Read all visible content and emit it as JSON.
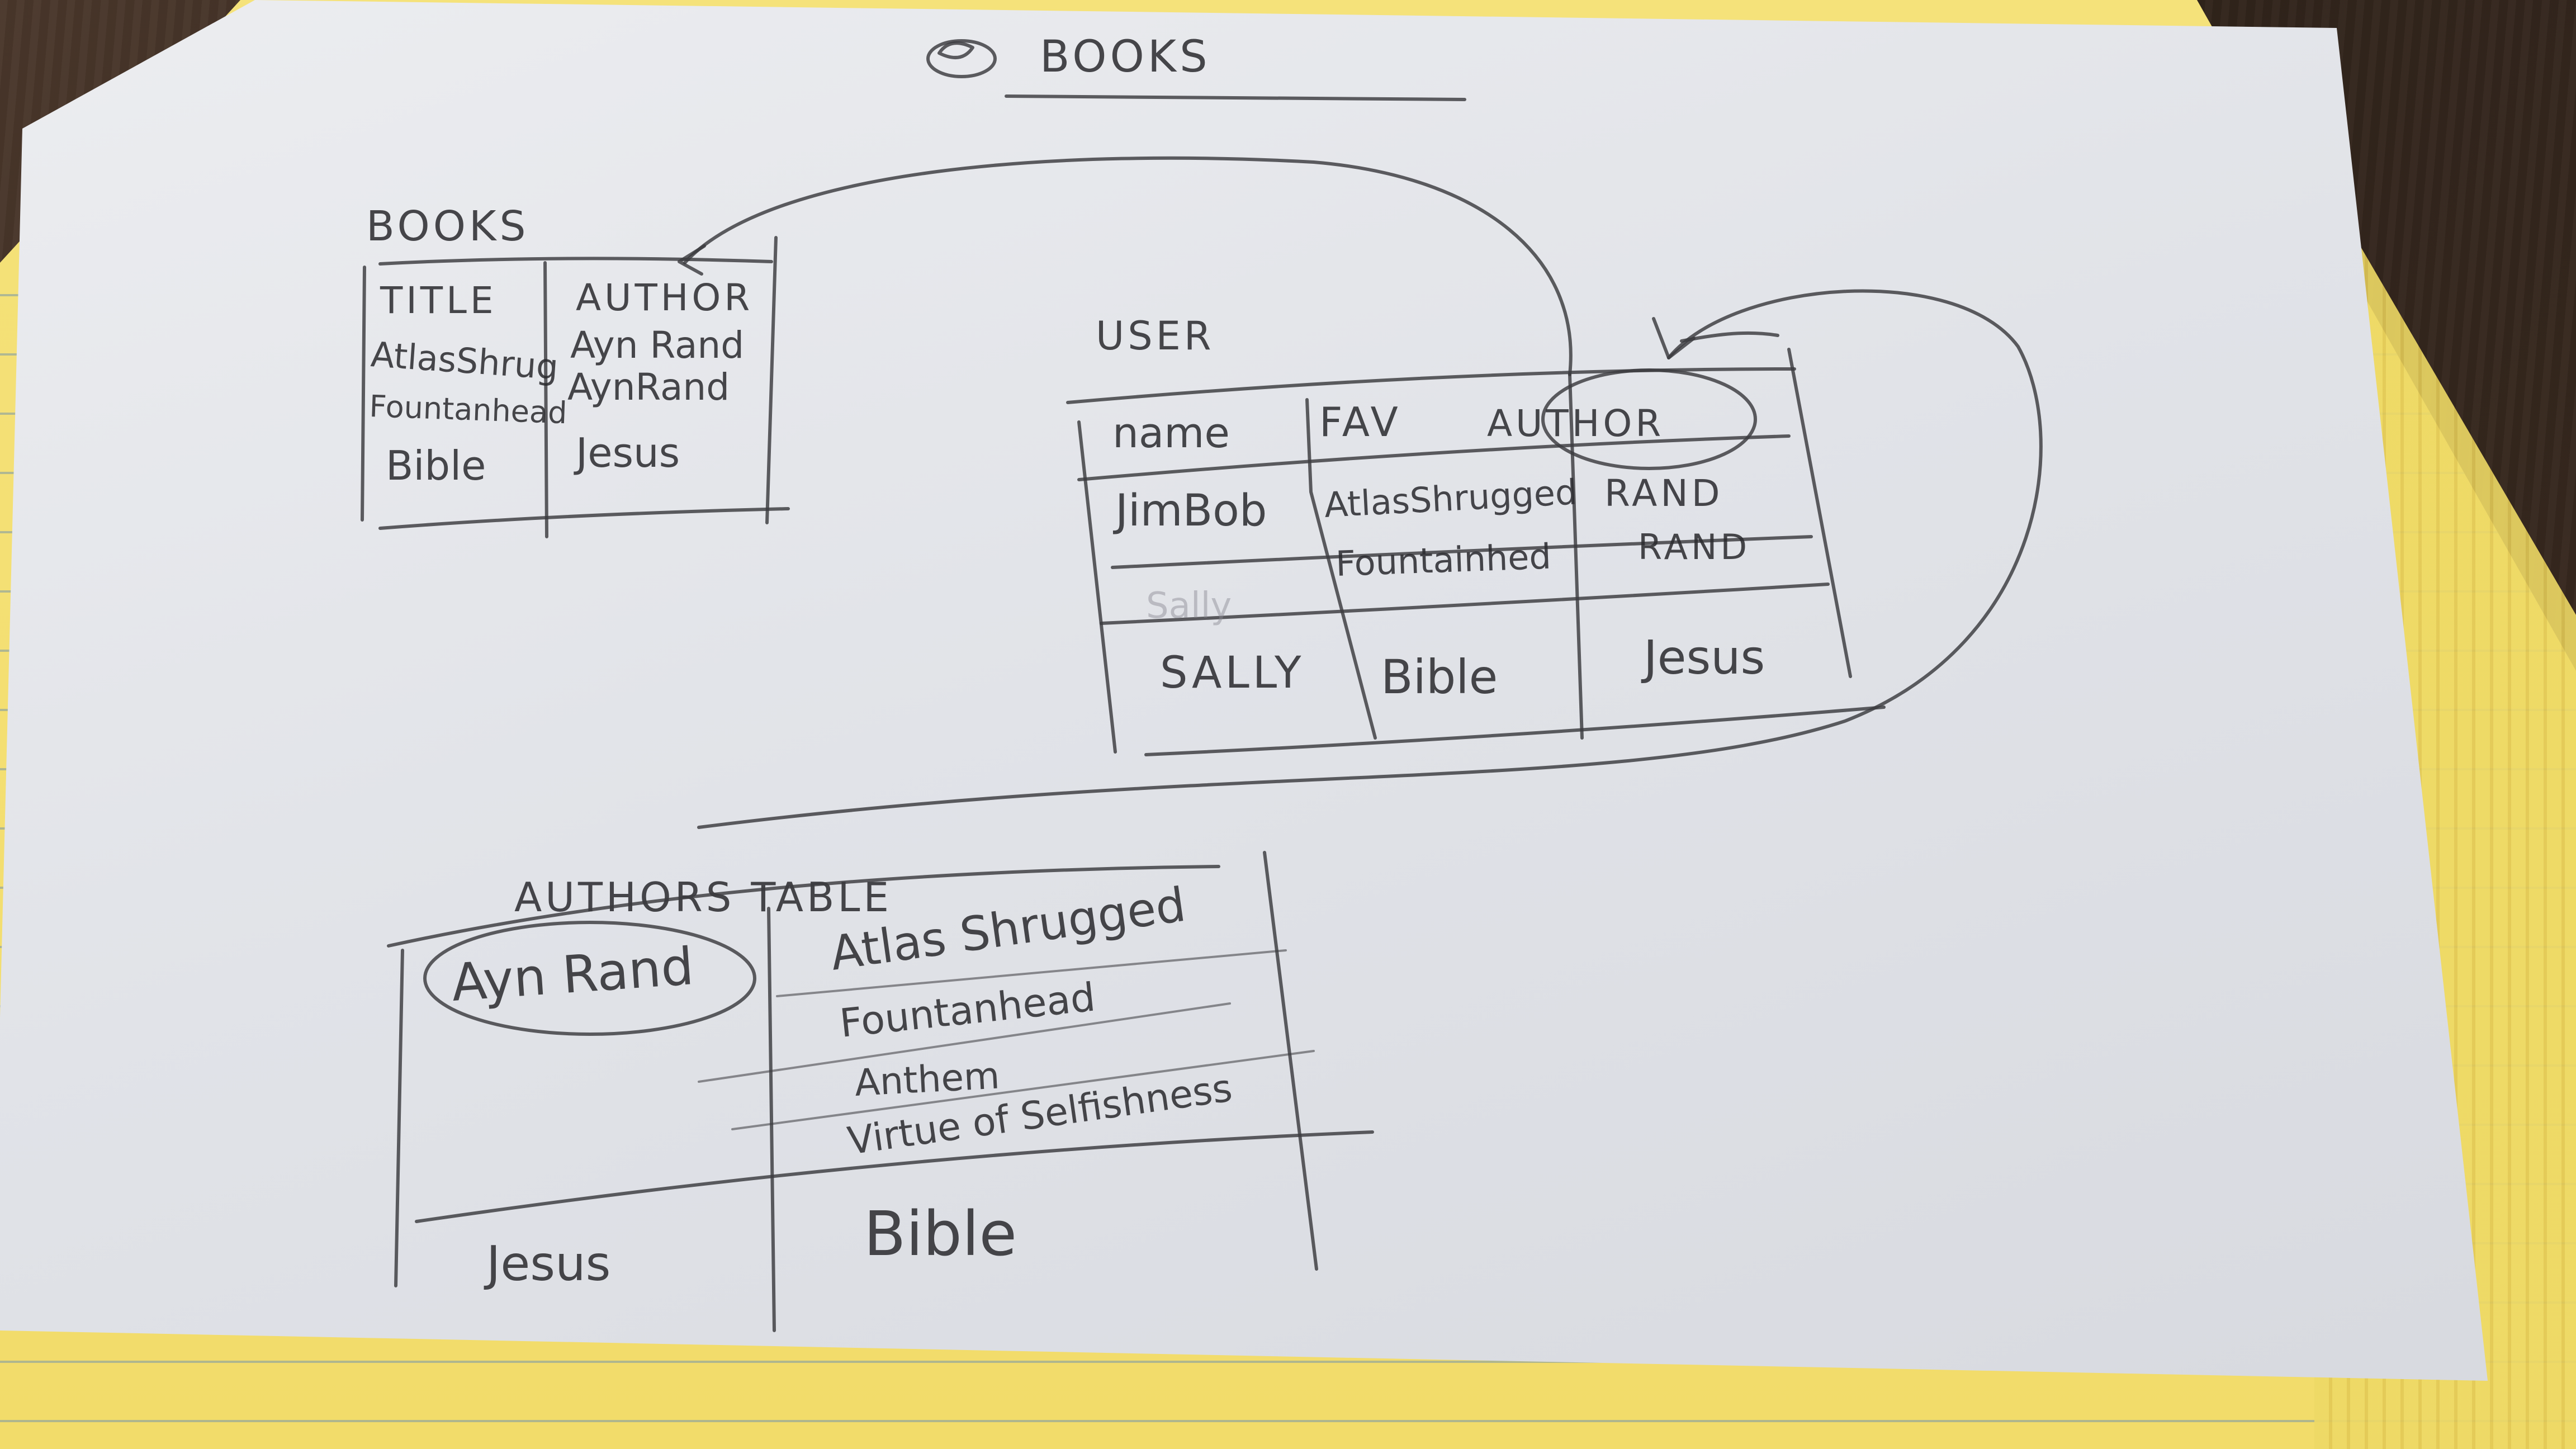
{
  "page_heading": {
    "icon": "database-icon",
    "text": "BOOKS"
  },
  "books_table": {
    "title": "BOOKS",
    "columns": [
      "TITLE",
      "AUTHOR"
    ],
    "rows": [
      [
        "AtlasShrug",
        "Ayn Rand"
      ],
      [
        "Fountanhead",
        "AynRand"
      ],
      [
        "Bible",
        "Jesus"
      ]
    ]
  },
  "user_table": {
    "title": "USER",
    "columns": [
      "name",
      "FAV",
      "AUTHOR"
    ],
    "rows": [
      [
        "JimBob",
        "AtlasShrugged",
        "RAND"
      ],
      [
        "",
        "Fountainhed",
        "RAND"
      ],
      [
        "SALLY",
        "Bible",
        "Jesus"
      ]
    ],
    "struck_text": "Sally"
  },
  "authors_table": {
    "title": "AUTHORS TABLE",
    "groups": [
      {
        "author": "Ayn Rand",
        "books": [
          "Atlas Shrugged",
          "Fountanhead",
          "Anthem",
          "Virtue of Selfishness"
        ]
      },
      {
        "author": "Jesus",
        "books": [
          "Bible"
        ]
      }
    ]
  },
  "colors": {
    "ink": "#2b2b2f",
    "paper": "#e4e6ea",
    "legal_pad": "#f3de6d",
    "desk": "#3b2c22"
  }
}
